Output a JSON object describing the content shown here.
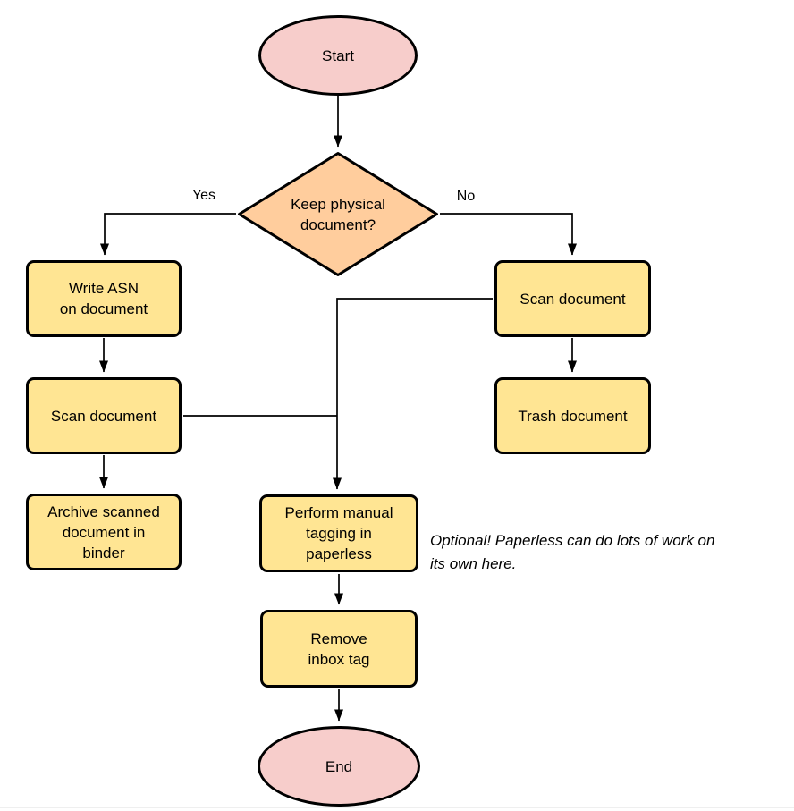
{
  "colors": {
    "terminal_fill": "#F7CDCB",
    "decision_fill": "#FFCD9D",
    "process_fill": "#FFE593",
    "stroke": "#000000"
  },
  "flowchart": {
    "nodes": {
      "start": {
        "type": "terminal",
        "label": "Start"
      },
      "decision_keep_physical": {
        "type": "decision",
        "label": "Keep physical\ndocument?"
      },
      "write_asn": {
        "type": "process",
        "label": "Write ASN\non document"
      },
      "scan_document_left": {
        "type": "process",
        "label": "Scan document"
      },
      "archive_scanned": {
        "type": "process",
        "label": "Archive scanned\ndocument in\nbinder"
      },
      "scan_document_right": {
        "type": "process",
        "label": "Scan document"
      },
      "trash_document": {
        "type": "process",
        "label": "Trash document"
      },
      "perform_manual_tagging": {
        "type": "process",
        "label": "Perform manual\ntagging in\npaperless"
      },
      "remove_inbox_tag": {
        "type": "process",
        "label": "Remove\ninbox tag"
      },
      "end": {
        "type": "terminal",
        "label": "End"
      }
    },
    "edge_labels": {
      "yes": "Yes",
      "no": "No"
    },
    "note": "Optional! Paperless can do lots of work on\nits own here."
  }
}
